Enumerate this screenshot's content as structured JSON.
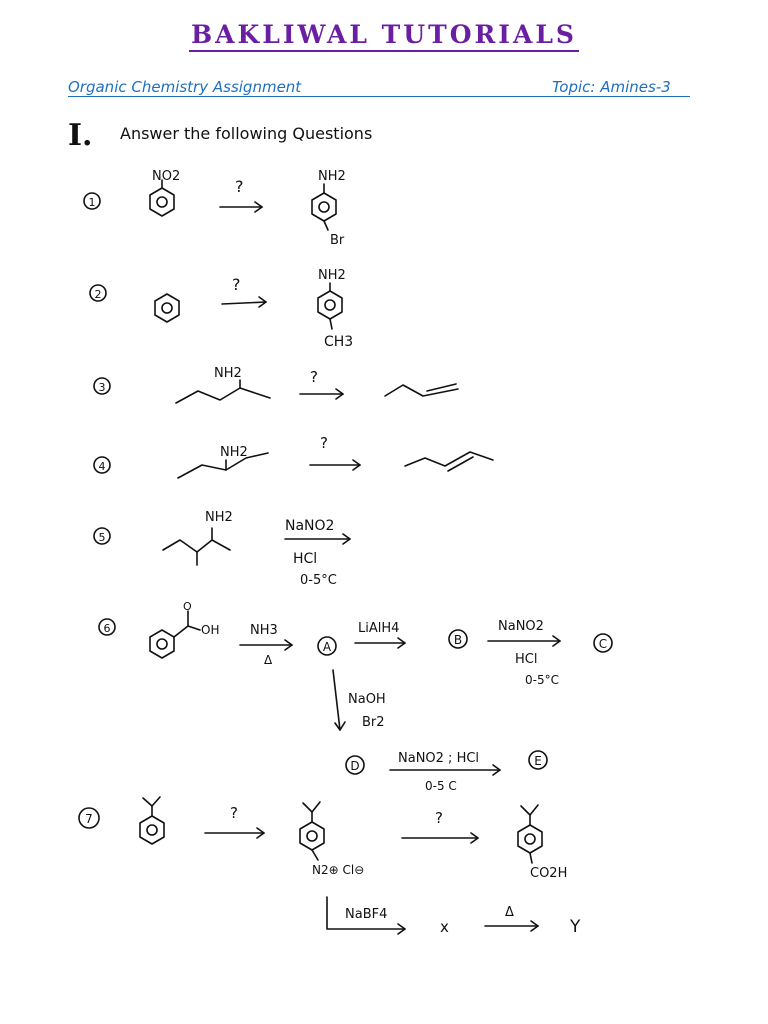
{
  "header": {
    "title": "BAKLIWAL TUTORIALS",
    "subject": "Organic Chemistry Assignment",
    "topic": "Topic: Amines-3"
  },
  "section": {
    "number": "I.",
    "instruction": "Answer the following Questions"
  },
  "labels": {
    "q": [
      "1",
      "2",
      "3",
      "4",
      "5",
      "6",
      "7"
    ],
    "unknown": "?",
    "no2": "NO2",
    "nh2": "NH2",
    "br": "Br",
    "ch3": "CH3",
    "nano2": "NaNO2",
    "hcl": "HCl",
    "temp": "0-5°C",
    "oh": "OH",
    "o": "O",
    "nh3": "NH3",
    "delta": "Δ",
    "lialh4": "LiAlH4",
    "naoh": "NaOH",
    "br2": "Br2",
    "nano2_hcl": "NaNO2 ; HCl",
    "temp2": "0-5 C",
    "a": "A",
    "b": "B",
    "c": "C",
    "d": "D",
    "e": "E",
    "diazonium": "N2⊕ Cl⊖",
    "co2h": "CO2H",
    "nabf4": "NaBF4",
    "x": "x",
    "y": "Y"
  }
}
